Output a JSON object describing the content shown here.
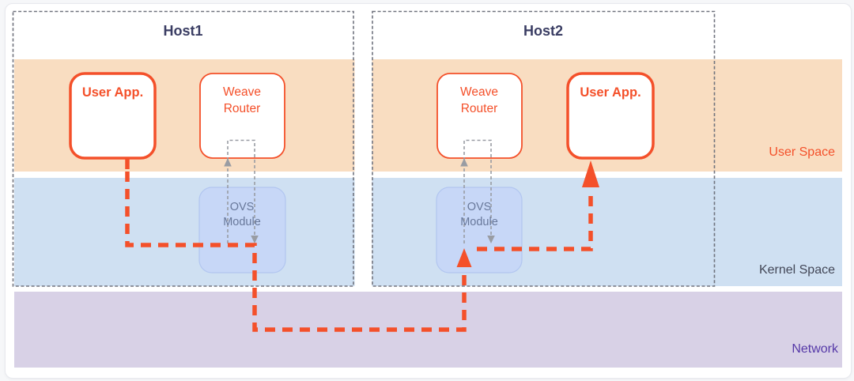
{
  "diagram": {
    "hosts": [
      {
        "title": "Host1",
        "user_app_label": "User App.",
        "weave_router_label": "Weave Router",
        "ovs_label": "OVS Module"
      },
      {
        "title": "Host2",
        "user_app_label": "User App.",
        "weave_router_label": "Weave Router",
        "ovs_label": "OVS Module"
      }
    ],
    "layers": [
      {
        "label": "User Space",
        "band_color": "#f9ddc1",
        "label_color": "#f4502a"
      },
      {
        "label": "Kernel Space",
        "band_color": "#cfe0f2",
        "label_color": "#434757"
      },
      {
        "label": "Network",
        "band_color": "#d8d1e6",
        "label_color": "#5639a8"
      }
    ],
    "colors": {
      "accent_orange": "#f4502a",
      "ovs_fill": "#c7d7f7",
      "ovs_border": "#b2c6f0",
      "ovs_text": "#68789a",
      "gray_connector": "#999ca3",
      "host_border": "#70737e",
      "host_title": "#3a3d63"
    }
  }
}
